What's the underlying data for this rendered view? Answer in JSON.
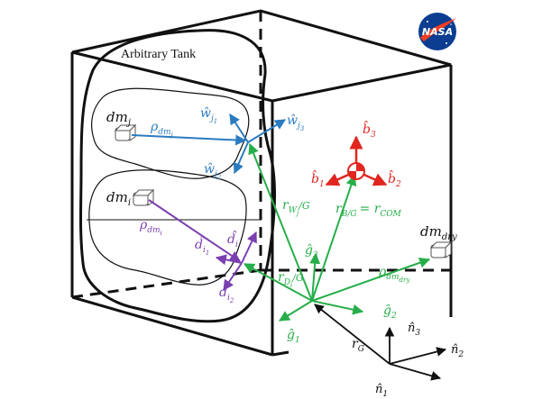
{
  "colors": {
    "black": "#111111",
    "blue": "#2b7bc0",
    "green": "#27ae4a",
    "purple": "#7a3fb0",
    "red": "#e0261f",
    "nasa_blue": "#0b3d91",
    "nasa_red": "#fc3d21"
  },
  "logo": {
    "text": "NASA",
    "icon": "nasa-meatball-icon"
  },
  "tank": {
    "title": "Arbitrary Tank"
  },
  "blob_j": {
    "label": "dm",
    "label_sub": "j",
    "rho": "ρ",
    "rho_sub": "dm",
    "rho_subsub": "j",
    "w1": "ŵ",
    "w1_sub": "j",
    "w1_subsub": "1",
    "w2": "ŵ",
    "w2_sub": "j",
    "w2_subsub": "2",
    "w3": "ŵ",
    "w3_sub": "j",
    "w3_subsub": "3"
  },
  "blob_i": {
    "label": "dm",
    "label_sub": "i",
    "rho": "ρ",
    "rho_sub": "dm",
    "rho_subsub": "i",
    "d": "d̂",
    "d_sub": "i",
    "d1": "d̂",
    "d1_sub": "i",
    "d1_subsub": "1",
    "d2": "d̂",
    "d2_sub": "i",
    "d2_subsub": "2"
  },
  "body_frame": {
    "b1": "b̂",
    "b1_sub": "1",
    "b2": "b̂",
    "b2_sub": "2",
    "b3": "b̂",
    "b3_sub": "3"
  },
  "vectors": {
    "r_w": "r",
    "r_w_sub": "W",
    "r_w_subsub": "j",
    "r_w_rest": "/G",
    "r_b": "r",
    "r_b_sub": "B/G",
    "r_b_eq": "= r",
    "r_b_eq_sub": "COM",
    "r_d": "r",
    "r_d_sub": "D",
    "r_d_subsub": "i",
    "r_d_rest": "/G",
    "r_g": "r",
    "r_g_sub": "G"
  },
  "dry": {
    "label": "dm",
    "label_sub": "dry",
    "rho": "ρ",
    "rho_sub": "dm",
    "rho_subsub": "dry"
  },
  "g_frame": {
    "g1": "ĝ",
    "g1_sub": "1",
    "g2": "ĝ",
    "g2_sub": "2",
    "g3": "ĝ",
    "g3_sub": "3"
  },
  "inertial": {
    "n1": "n̂",
    "n1_sub": "1",
    "n2": "n̂",
    "n2_sub": "2",
    "n3": "n̂",
    "n3_sub": "3"
  }
}
